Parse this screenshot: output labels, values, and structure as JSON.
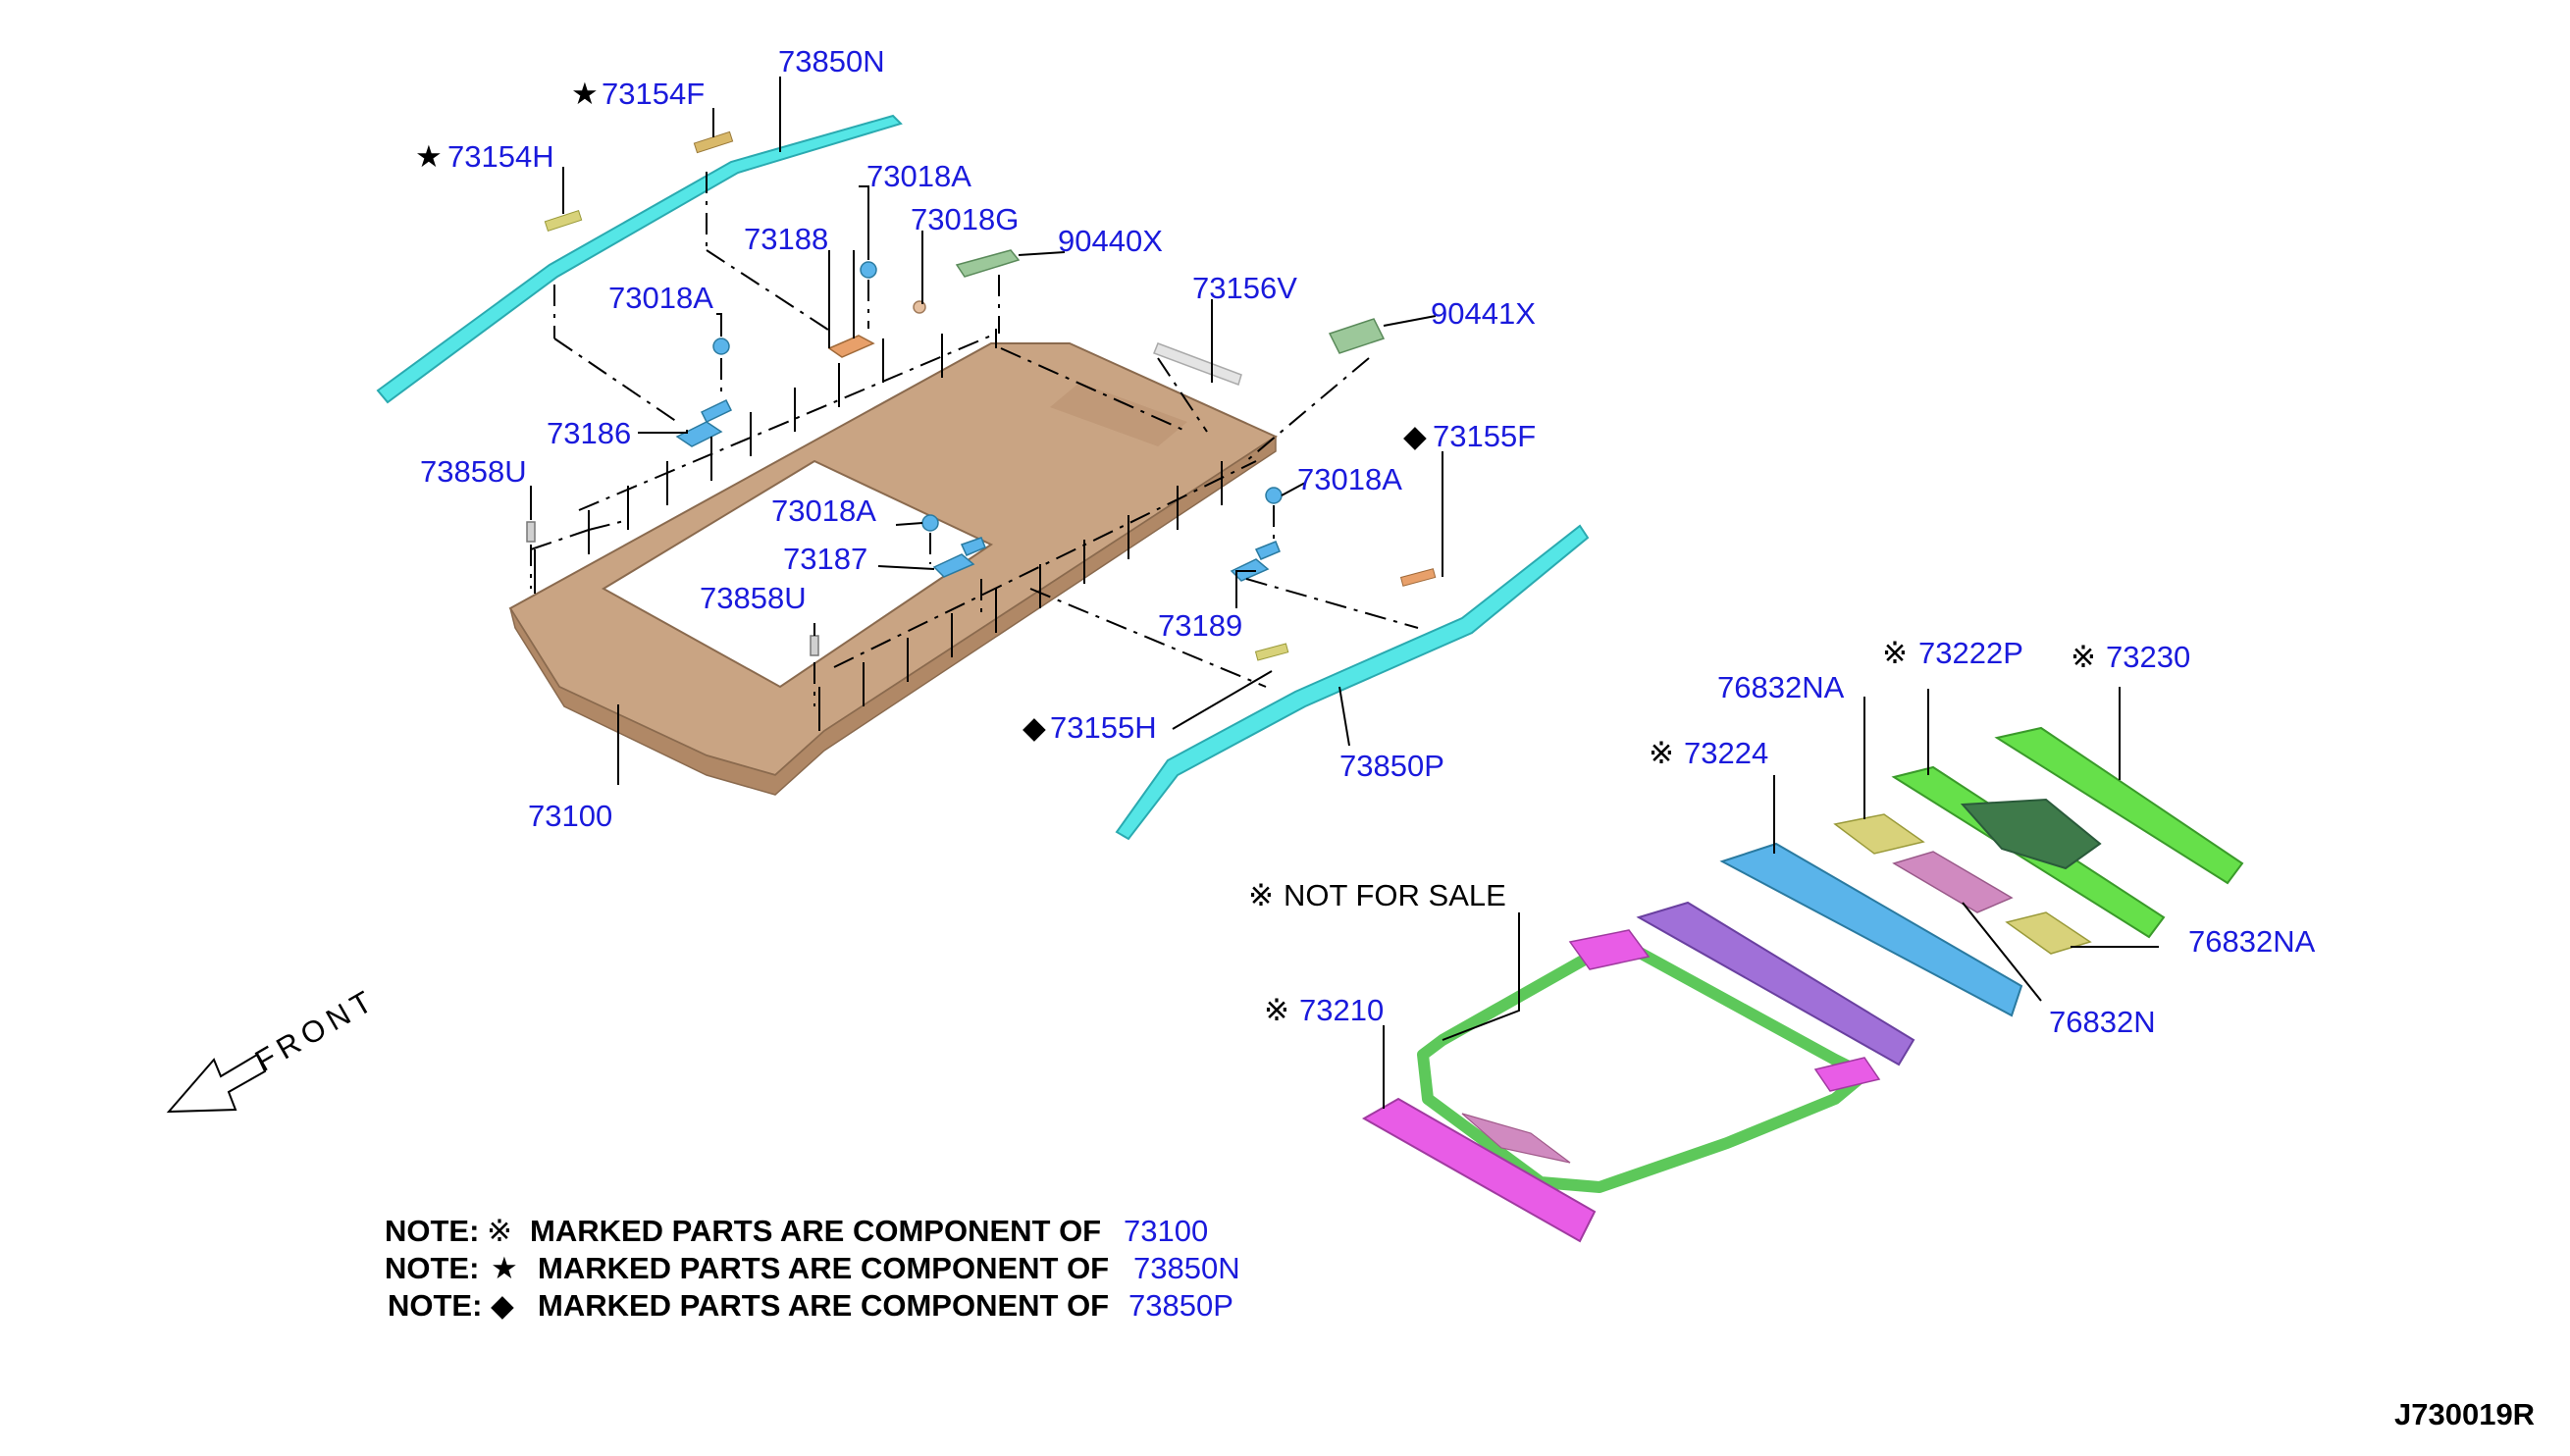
{
  "labels": {
    "p73850N": "73850N",
    "p73154F": "73154F",
    "p73154H": "73154H",
    "p73018A_1": "73018A",
    "p73188": "73188",
    "p73018G": "73018G",
    "p90440X": "90440X",
    "p73018A_2": "73018A",
    "p73156V": "73156V",
    "p90441X": "90441X",
    "p73186": "73186",
    "p73858U_1": "73858U",
    "p73155F": "73155F",
    "p73018A_3": "73018A",
    "p73018A_4": "73018A",
    "p73187": "73187",
    "p73858U_2": "73858U",
    "p73189": "73189",
    "p73155H": "73155H",
    "p73850P": "73850P",
    "p73100": "73100",
    "p76832NA_1": "76832NA",
    "p73222P": "73222P",
    "p73230": "73230",
    "p73224": "73224",
    "not_for_sale": "NOT FOR SALE",
    "p76832NA_2": "76832NA",
    "p73210": "73210",
    "p76832N": "76832N",
    "front": "FRONT",
    "code": "J730019R"
  },
  "symbols": {
    "ref": "※",
    "star": "★",
    "diamond": "◆"
  },
  "notes": [
    {
      "prefix": "NOTE:",
      "symbol": "※",
      "text": "MARKED PARTS ARE COMPONENT OF",
      "part": "73100"
    },
    {
      "prefix": "NOTE:",
      "symbol": "★",
      "text": "MARKED PARTS ARE COMPONENT OF",
      "part": "73850N"
    },
    {
      "prefix": "NOTE:",
      "symbol": "◆",
      "text": "MARKED PARTS ARE COMPONENT OF",
      "part": "73850P"
    }
  ],
  "colors": {
    "label": "#1a1adc",
    "roof_panel": "#c9a483",
    "roof_rail": "#55e6e6",
    "bow_blue": "#5ab4ea",
    "bow_purple": "#a070d8",
    "bow_magenta": "#e85ce6",
    "bow_green": "#66e04a",
    "frame_green": "#5dc85a",
    "pad_yellow": "#d8d27a",
    "pad_pink": "#d08ac0",
    "pad_darkgreen": "#3e7a4a"
  }
}
